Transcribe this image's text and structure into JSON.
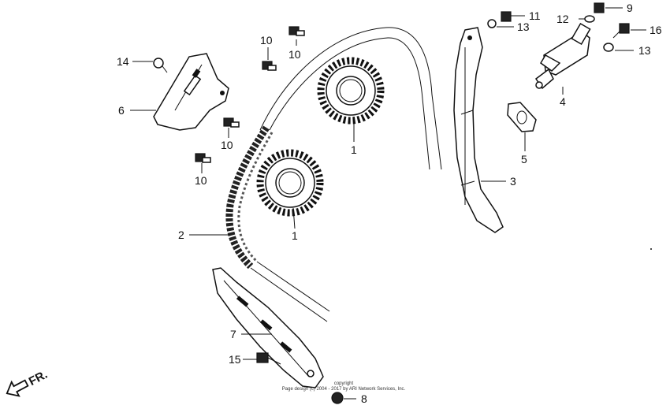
{
  "callouts": {
    "c1a": "1",
    "c1b": "1",
    "c2": "2",
    "c3": "3",
    "c4": "4",
    "c5": "5",
    "c6": "6",
    "c7": "7",
    "c8": "8",
    "c9": "9",
    "c10a": "10",
    "c10b": "10",
    "c10c": "10",
    "c10d": "10",
    "c11": "11",
    "c12": "12",
    "c13a": "13",
    "c13b": "13",
    "c14": "14",
    "c15": "15",
    "c16": "16"
  },
  "direction_label": "FR.",
  "copyright": {
    "line1": "copyright",
    "line2": "Page design (c) 2004 - 2017 by ARI Network Services, Inc."
  }
}
